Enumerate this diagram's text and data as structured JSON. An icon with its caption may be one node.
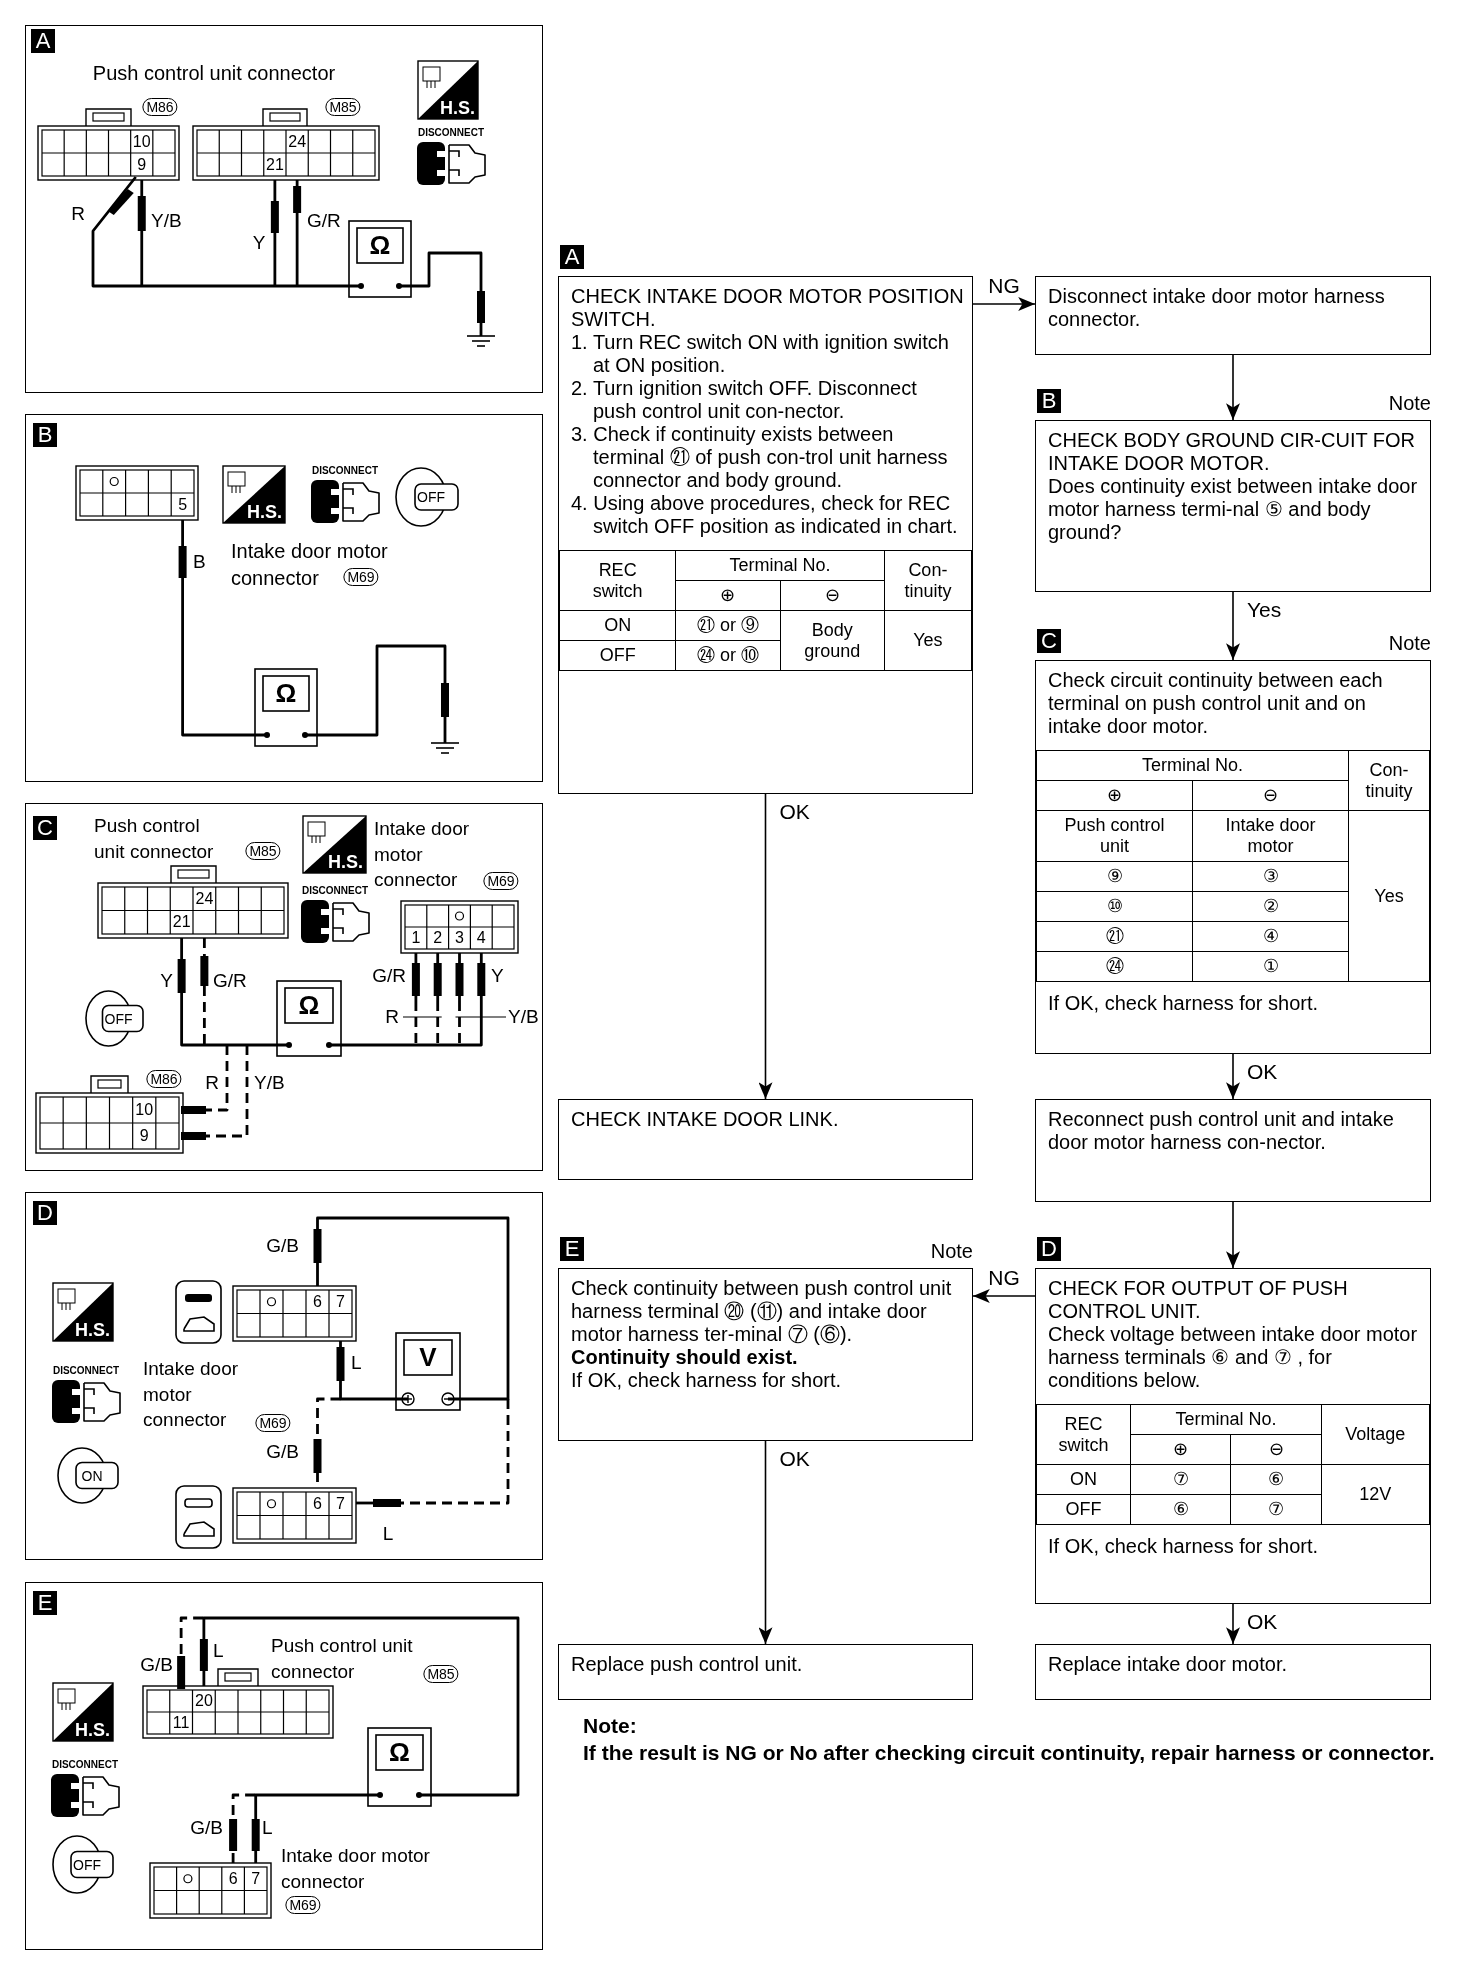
{
  "diagram": {
    "nodes": [
      {
        "text": [
          "CHECK INTAKE DOOR MOTOR POSITION SWITCH.",
          "1. Turn REC switch ON with ignition switch at ON position.",
          "2. Turn ignition switch OFF. Disconnect push control unit con-nector.",
          "3. Check if continuity exists between terminal ㉑ of push con-trol unit harness connector and body ground.",
          "4. Using above procedures, check for REC switch OFF position as indicated in chart.",
          "REC switch",
          "Terminal No.",
          "Con-tinuity",
          "⊕",
          "⊖",
          "ON",
          "㉑ or ⑨",
          "Body ground",
          "Yes",
          "OFF",
          "㉔ or ⑩"
        ],
        "beside": [
          "A"
        ]
      },
      {
        "text": [
          "Disconnect intake door motor harness connector."
        ]
      },
      {
        "text": [
          "CHECK BODY GROUND CIR-CUIT FOR INTAKE DOOR MOTOR.",
          "Does continuity exist between intake door motor harness termi-nal ⑤ and body ground?"
        ],
        "beside": [
          "B",
          "Note"
        ]
      },
      {
        "text": [
          "Check circuit continuity between each terminal on push control unit and on intake door motor.",
          "Terminal No.",
          "Con-tinuity",
          "⊕",
          "⊖",
          "Push control unit",
          "Intake door motor",
          "⑨",
          "③",
          "⑩",
          "②",
          "㉑",
          "④",
          "㉔",
          "①",
          "Yes",
          "If OK, check harness for short."
        ],
        "beside": [
          "C",
          "Note"
        ]
      },
      {
        "text": [
          "CHECK INTAKE DOOR LINK."
        ]
      },
      {
        "text": [
          "Reconnect push control unit and intake door motor harness con-nector."
        ]
      },
      {
        "text": [
          "Check continuity between push control unit harness terminal ⑳ (⑪) and intake door motor harness ter-minal ⑦ (⑥).",
          "Continuity should exist.",
          "If OK, check harness for short."
        ],
        "beside": [
          "E",
          "Note"
        ]
      },
      {
        "text": [
          "CHECK FOR OUTPUT OF PUSH CONTROL UNIT.",
          "Check voltage between intake door motor harness terminals ⑥ and ⑦ , for conditions below.",
          "REC switch",
          "Terminal No.",
          "Voltage",
          "⊕",
          "⊖",
          "ON",
          "⑦",
          "⑥",
          "12V",
          "OFF",
          "⑥",
          "⑦",
          "If OK, check harness for short."
        ],
        "beside": [
          "D"
        ]
      },
      {
        "text": [
          "Replace push control unit."
        ]
      },
      {
        "text": [
          "Replace intake door motor."
        ]
      },
      {
        "text": [
          "A",
          "Push control unit connector",
          "M86",
          "M85",
          "10",
          "9",
          "24",
          "21",
          "H.S.",
          "DISCONNECT",
          "R",
          "Y/B",
          "Y",
          "G/R",
          "Ω"
        ]
      },
      {
        "text": [
          "B",
          "5",
          "H.S.",
          "DISCONNECT",
          "OFF",
          "B",
          "Intake door motor connector",
          "M69",
          "Ω"
        ]
      },
      {
        "text": [
          "C",
          "Push control unit connector",
          "M85",
          "24",
          "21",
          "H.S.",
          "DISCONNECT",
          "Intake door motor connector",
          "M69",
          "1",
          "2",
          "3",
          "4",
          "G/R",
          "Y",
          "R",
          "Y/B",
          "Y",
          "G/R",
          "OFF",
          "Ω",
          "M86",
          "10",
          "9",
          "R",
          "Y/B"
        ]
      },
      {
        "text": [
          "D",
          "H.S.",
          "DISCONNECT",
          "ON",
          "Intake door motor connector",
          "M69",
          "G/B",
          "6",
          "7",
          "L",
          "V",
          "G/B",
          "6",
          "7",
          "L"
        ]
      },
      {
        "text": [
          "E",
          "G/B",
          "L",
          "Push control unit connector",
          "M85",
          "20",
          "11",
          "H.S.",
          "DISCONNECT",
          "OFF",
          "Ω",
          "G/B",
          "L",
          "6",
          "7",
          "Intake door motor connector",
          "M69"
        ]
      }
    ],
    "edges": [
      {
        "from": 0,
        "to": 1,
        "arrow": "to",
        "label": "NG"
      },
      {
        "from": 1,
        "to": 2,
        "arrow": "to"
      },
      {
        "from": 2,
        "to": 3,
        "arrow": "to",
        "label": "Yes"
      },
      {
        "from": 0,
        "to": 4,
        "arrow": "to",
        "label": "OK"
      },
      {
        "from": 3,
        "to": 5,
        "arrow": "to",
        "label": "OK"
      },
      {
        "from": 5,
        "to": 7,
        "arrow": "to"
      },
      {
        "from": 7,
        "to": 6,
        "arrow": "to",
        "label": "NG"
      },
      {
        "from": 6,
        "to": 8,
        "arrow": "to",
        "label": "OK"
      },
      {
        "from": 7,
        "to": 9,
        "arrow": "to",
        "label": "OK"
      }
    ],
    "labels": [
      "Note:",
      "If the result is NG or No after checking circuit continuity, repair harness or connector."
    ]
  }
}
